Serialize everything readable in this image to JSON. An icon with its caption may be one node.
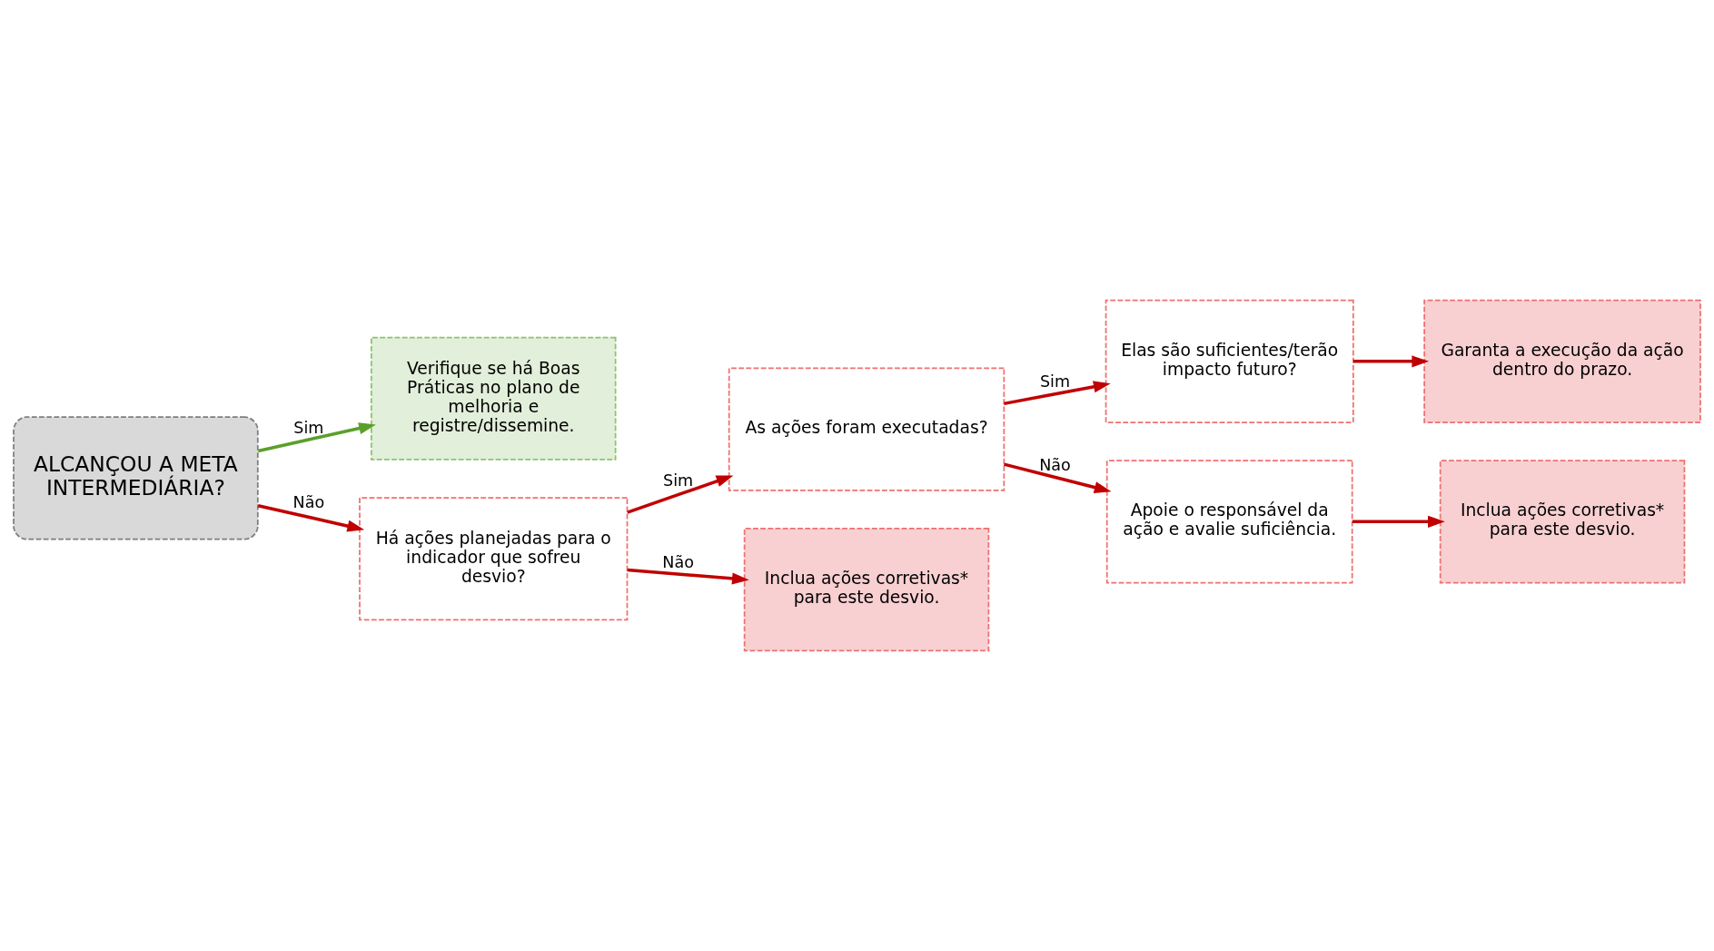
{
  "diagram": {
    "nodes": [
      {
        "text": [
          "ALCANÇOU A META INTERMEDIÁRIA?"
        ]
      },
      {
        "text": [
          "Verifique se há Boas Práticas no plano de melhoria e registre/dissemine."
        ]
      },
      {
        "text": [
          "Há ações planejadas para o indicador que sofreu desvio?"
        ]
      },
      {
        "text": [
          "As ações foram executadas?"
        ]
      },
      {
        "text": [
          "Inclua ações corretivas* para este desvio."
        ]
      },
      {
        "text": [
          "Elas são suficientes/terão impacto futuro?"
        ]
      },
      {
        "text": [
          "Apoie o responsável da ação e avalie suficiência."
        ]
      },
      {
        "text": [
          "Garanta a execução da ação dentro do prazo."
        ]
      },
      {
        "text": [
          "Inclua ações corretivas* para este desvio."
        ]
      }
    ],
    "edges": [
      {
        "from": 0,
        "to": 1,
        "arrow": "to",
        "label": "Sim",
        "color": "#5b9f2b"
      },
      {
        "from": 0,
        "to": 2,
        "arrow": "to",
        "label": "Não"
      },
      {
        "from": 2,
        "to": 3,
        "arrow": "to",
        "label": "Sim"
      },
      {
        "from": 2,
        "to": 4,
        "arrow": "to",
        "label": "Não"
      },
      {
        "from": 3,
        "to": 5,
        "arrow": "to",
        "label": "Sim"
      },
      {
        "from": 3,
        "to": 6,
        "arrow": "to",
        "label": "Não"
      },
      {
        "from": 5,
        "to": 7,
        "arrow": "to"
      },
      {
        "from": 6,
        "to": 8,
        "arrow": "to"
      }
    ]
  }
}
